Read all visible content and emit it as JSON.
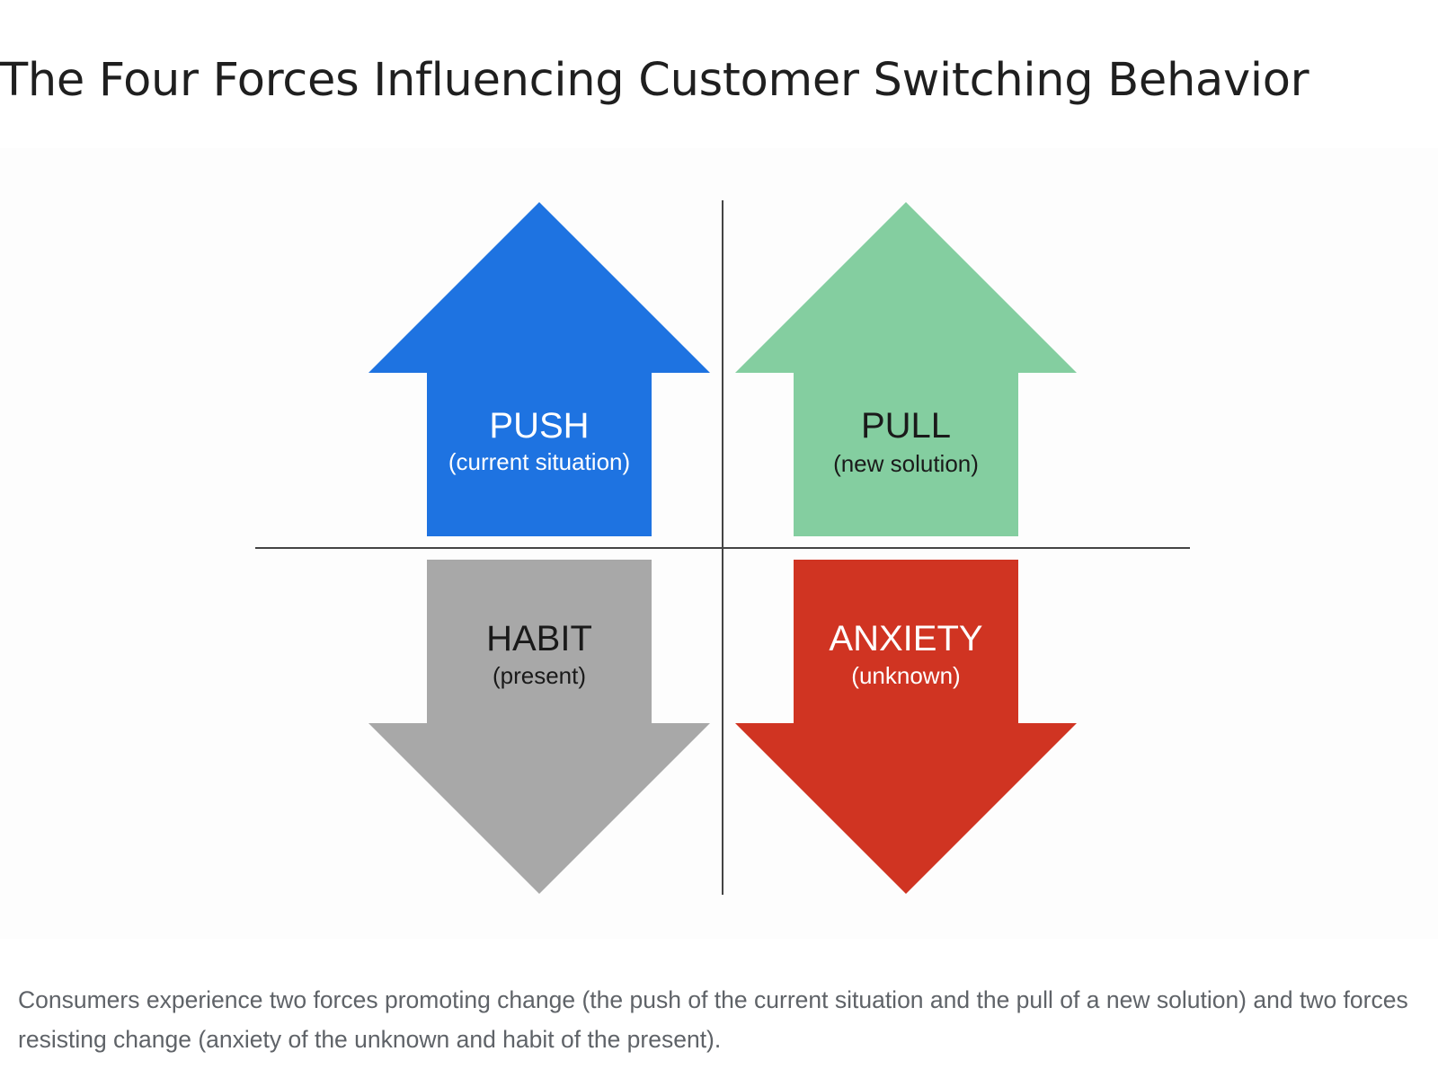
{
  "page": {
    "title": "The Four Forces Influencing Customer Switching Behavior",
    "caption": "Consumers experience two forces promoting change (the push of the current situation and the pull of a new solution) and two forces resisting change (anxiety of the unknown and habit of the present)."
  },
  "forces": {
    "push": {
      "label": "PUSH",
      "sublabel": "(current situation)",
      "direction": "up",
      "color": "#1e73e1",
      "text_color": "#ffffff"
    },
    "pull": {
      "label": "PULL",
      "sublabel": "(new solution)",
      "direction": "up",
      "color": "#84cea0",
      "text_color": "#1a1a1a"
    },
    "habit": {
      "label": "HABIT",
      "sublabel": "(present)",
      "direction": "down",
      "color": "#a8a8a8",
      "text_color": "#1a1a1a"
    },
    "anxiety": {
      "label": "ANXIETY",
      "sublabel": "(unknown)",
      "direction": "down",
      "color": "#d03422",
      "text_color": "#ffffff"
    }
  },
  "colors": {
    "axis": "#444444",
    "title": "#1f1f1f",
    "caption": "#5f6368"
  }
}
